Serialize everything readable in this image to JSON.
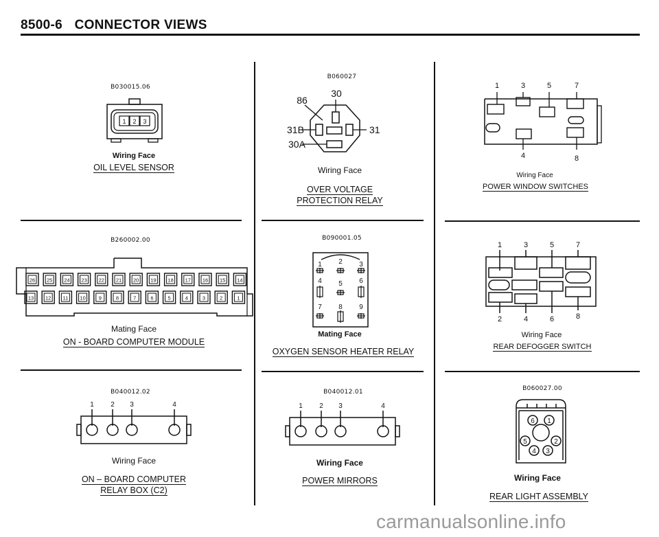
{
  "header": {
    "section": "8500-6",
    "title": "CONNECTOR VIEWS"
  },
  "watermark": "carmanualsonline.info",
  "connectors": {
    "oil_level": {
      "code": "B030015.06",
      "face": "Wiring Face",
      "title": "OIL LEVEL SENSOR",
      "pins": [
        "1",
        "2",
        "3"
      ]
    },
    "over_voltage": {
      "code": "B060027",
      "face": "Wiring Face",
      "title_lines": [
        "OVER VOLTAGE",
        "PROTECTION RELAY"
      ],
      "pins": [
        "30",
        "86",
        "31B",
        "31",
        "30A"
      ]
    },
    "power_window": {
      "code": "",
      "face": "Wiring Face",
      "title": "POWER WINDOW SWITCHES",
      "pins_top": [
        "1",
        "3",
        "5",
        "7"
      ],
      "pins_bottom": [
        "4",
        "8"
      ]
    },
    "onboard_computer": {
      "code": "B260002.00",
      "face": "Mating Face",
      "title": "ON - BOARD COMPUTER MODULE",
      "row1": [
        "26",
        "25",
        "24",
        "23",
        "22",
        "21",
        "20",
        "19",
        "18",
        "17",
        "16",
        "15",
        "14"
      ],
      "row2": [
        "13",
        "12",
        "11",
        "10",
        "9",
        "8",
        "7",
        "6",
        "5",
        "4",
        "3",
        "2",
        "1"
      ]
    },
    "oxygen_sensor": {
      "code": "B090001.05",
      "face": "Mating Face",
      "title": "OXYGEN SENSOR HEATER RELAY",
      "pins": [
        "1",
        "2",
        "3",
        "4",
        "5",
        "6",
        "7",
        "8",
        "9"
      ]
    },
    "rear_defogger": {
      "code": "",
      "face": "Wiring Face",
      "title": "REAR DEFOGGER SWITCH",
      "pins_top": [
        "1",
        "3",
        "5",
        "7"
      ],
      "pins_bottom": [
        "2",
        "4",
        "6",
        "8"
      ]
    },
    "relay_box": {
      "code": "B040012.02",
      "face": "Wiring Face",
      "title_lines": [
        "ON – BOARD COMPUTER",
        "RELAY BOX (C2)"
      ],
      "pins": [
        "1",
        "2",
        "3",
        "4"
      ]
    },
    "power_mirrors": {
      "code": "B040012.01",
      "face": "Wiring Face",
      "title": "POWER MIRRORS",
      "pins": [
        "1",
        "2",
        "3",
        "4"
      ]
    },
    "rear_light": {
      "code": "B060027.00",
      "face": "Wiring Face",
      "title": "REAR LIGHT ASSEMBLY",
      "pins": [
        "6",
        "1",
        "5",
        "2",
        "4",
        "3"
      ]
    }
  }
}
